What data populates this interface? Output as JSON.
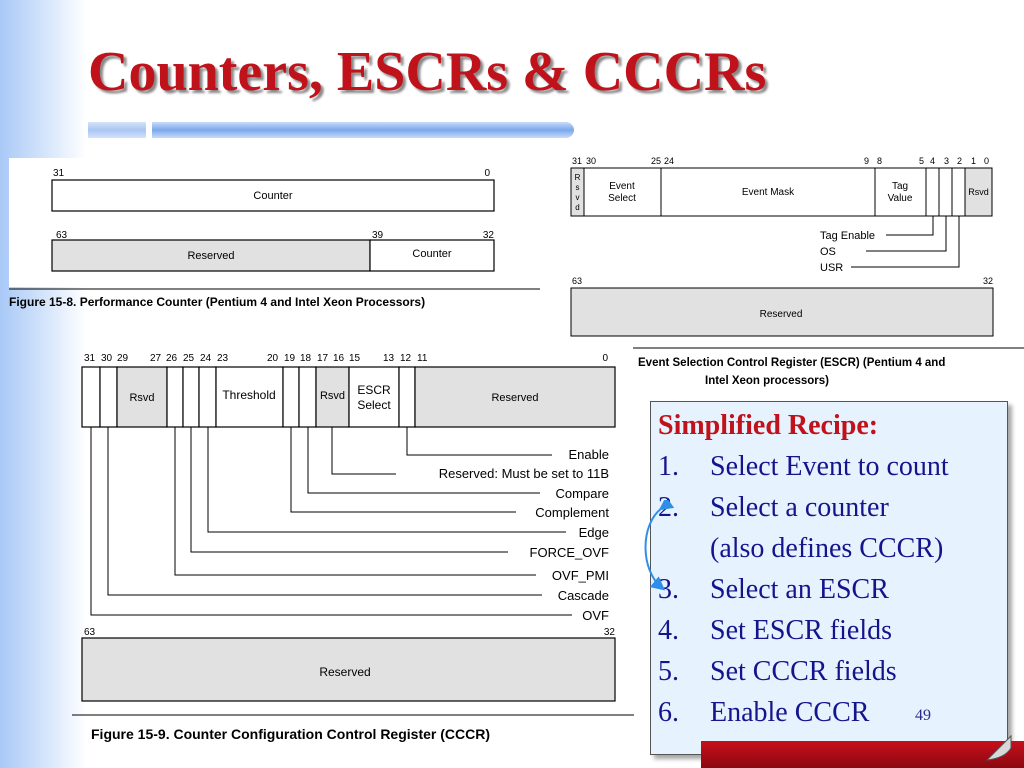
{
  "slide": {
    "title": "Counters, ESCRs & CCCRs",
    "page_number": "49"
  },
  "fig_counter": {
    "caption": "Figure 15-8.  Performance Counter (Pentium 4 and Intel Xeon Processors)",
    "row1_bits": [
      "31",
      "0"
    ],
    "row1_label": "Counter",
    "row2_bits": [
      "63",
      "39",
      "32"
    ],
    "row2_reserved": "Reserved",
    "row2_counter": "Counter"
  },
  "fig_escr": {
    "caption_line1": "Event Selection Control Register (ESCR) (Pentium 4 and",
    "caption_line2": "Intel Xeon processors)",
    "bits_top": [
      "31",
      "30",
      "25",
      "24",
      "9",
      "8",
      "5",
      "4",
      "3",
      "2",
      "1",
      "0"
    ],
    "rsvd_vertical": [
      "R",
      "s",
      "v",
      "d"
    ],
    "event_select": [
      "Event",
      "Select"
    ],
    "event_mask": "Event Mask",
    "tag_value": [
      "Tag",
      "Value"
    ],
    "rsvd": "Rsvd",
    "leaders": [
      "Tag Enable",
      "OS",
      "USR"
    ],
    "bits_bottom": [
      "63",
      "32"
    ],
    "reserved": "Reserved"
  },
  "fig_cccr": {
    "caption": "Figure 15-9.  Counter Configuration Control Register (CCCR)",
    "bits_top": [
      "31",
      "30",
      "29",
      "27",
      "26",
      "25",
      "24",
      "23",
      "20",
      "19",
      "18",
      "17",
      "16",
      "15",
      "13",
      "12",
      "11",
      "0"
    ],
    "fields": {
      "rsvd1": "Rsvd",
      "threshold": "Threshold",
      "rsvd2": "Rsvd",
      "escr_select": [
        "ESCR",
        "Select"
      ],
      "reserved": "Reserved"
    },
    "leaders": [
      "Enable",
      "Reserved: Must be set to 11B",
      "Compare",
      "Complement",
      "Edge",
      "FORCE_OVF",
      "OVF_PMI",
      "Cascade",
      "OVF"
    ],
    "bits_bottom": [
      "63",
      "32"
    ],
    "reserved_low": "Reserved"
  },
  "recipe": {
    "heading": "Simplified Recipe:",
    "steps": [
      {
        "num": "1.",
        "lines": [
          "Select Event to count"
        ]
      },
      {
        "num": "2.",
        "lines": [
          "Select a counter",
          "(also defines CCCR)"
        ]
      },
      {
        "num": "3.",
        "lines": [
          "Select an ESCR"
        ]
      },
      {
        "num": "4.",
        "lines": [
          "Set ESCR fields"
        ]
      },
      {
        "num": "5.",
        "lines": [
          "Set CCCR fields"
        ]
      },
      {
        "num": "6.",
        "lines": [
          "Enable CCCR"
        ]
      }
    ]
  },
  "colors": {
    "title_red": "#c0121b",
    "recipe_text_blue": "#14148c",
    "recipe_bg": "#e6f2fd",
    "field_gray": "#e1e1e1",
    "arrow_blue": "#2f8fe8"
  }
}
